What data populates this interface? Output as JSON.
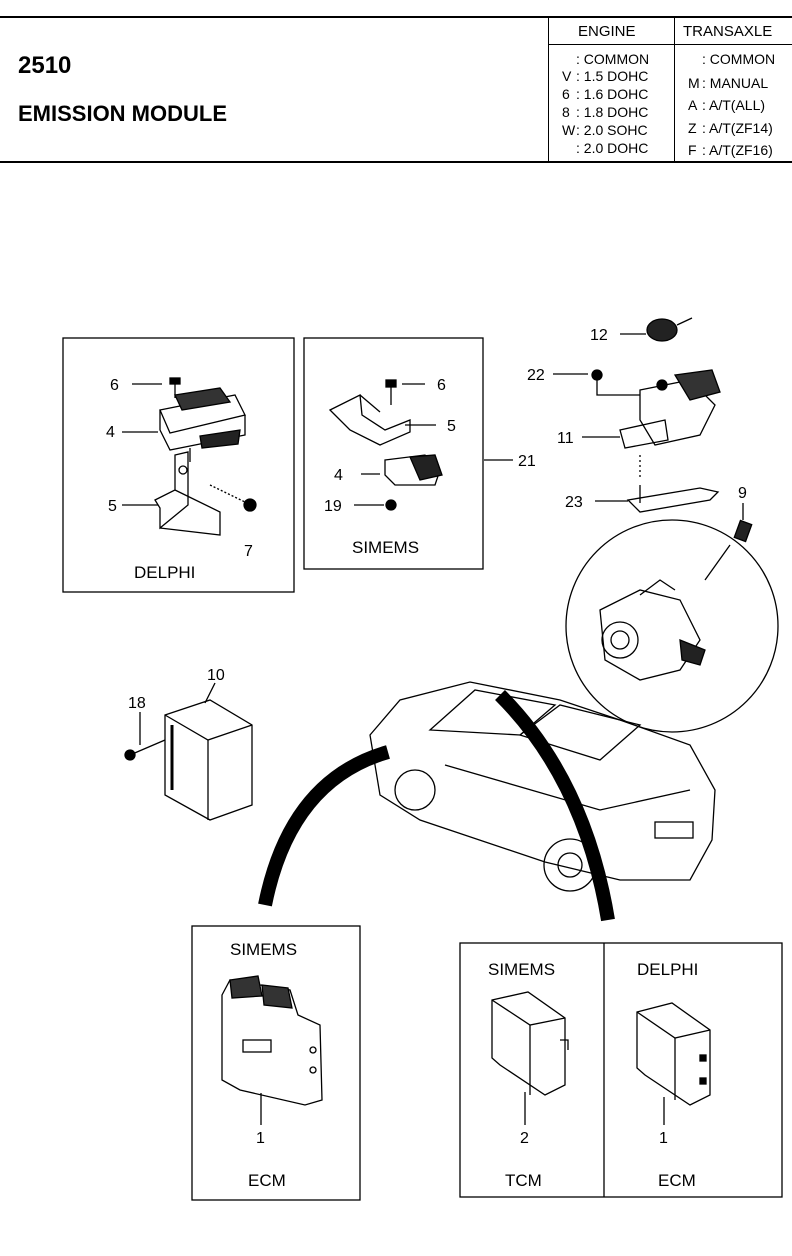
{
  "header": {
    "number": "2510",
    "title": "EMISSION MODULE",
    "engine_heading": "ENGINE",
    "transaxle_heading": "TRANSAXLE",
    "engine_rows": [
      {
        "code": "",
        "desc": ": COMMON"
      },
      {
        "code": "V",
        "desc": ": 1.5 DOHC"
      },
      {
        "code": "6",
        "desc": ": 1.6 DOHC"
      },
      {
        "code": "8",
        "desc": ": 1.8 DOHC"
      },
      {
        "code": "W",
        "desc": ": 2.0 SOHC"
      },
      {
        "code": "",
        "desc": ": 2.0 DOHC"
      }
    ],
    "transaxle_rows": [
      {
        "code": "",
        "desc": ": COMMON"
      },
      {
        "code": "M",
        "desc": ": MANUAL"
      },
      {
        "code": "A",
        "desc": ": A/T(ALL)"
      },
      {
        "code": "Z",
        "desc": ": A/T(ZF14)"
      },
      {
        "code": "F",
        "desc": ": A/T(ZF16)"
      }
    ]
  },
  "captions": {
    "delphi_box": "DELPHI",
    "simems_box": "SIMEMS",
    "ecm_simems_top": "SIMEMS",
    "ecm_simems_bottom": "ECM",
    "tcm_top": "SIMEMS",
    "tcm_bottom": "TCM",
    "ecm_delphi_top": "DELPHI",
    "ecm_delphi_bottom": "ECM"
  },
  "callouts": {
    "c6a": "6",
    "c4a": "4",
    "c5a": "5",
    "c7": "7",
    "c6b": "6",
    "c5b": "5",
    "c4b": "4",
    "c19": "19",
    "c21": "21",
    "c12": "12",
    "c22": "22",
    "c11": "11",
    "c23": "23",
    "c9": "9",
    "c10": "10",
    "c18": "18",
    "c1a": "1",
    "c2": "2",
    "c1b": "1"
  }
}
